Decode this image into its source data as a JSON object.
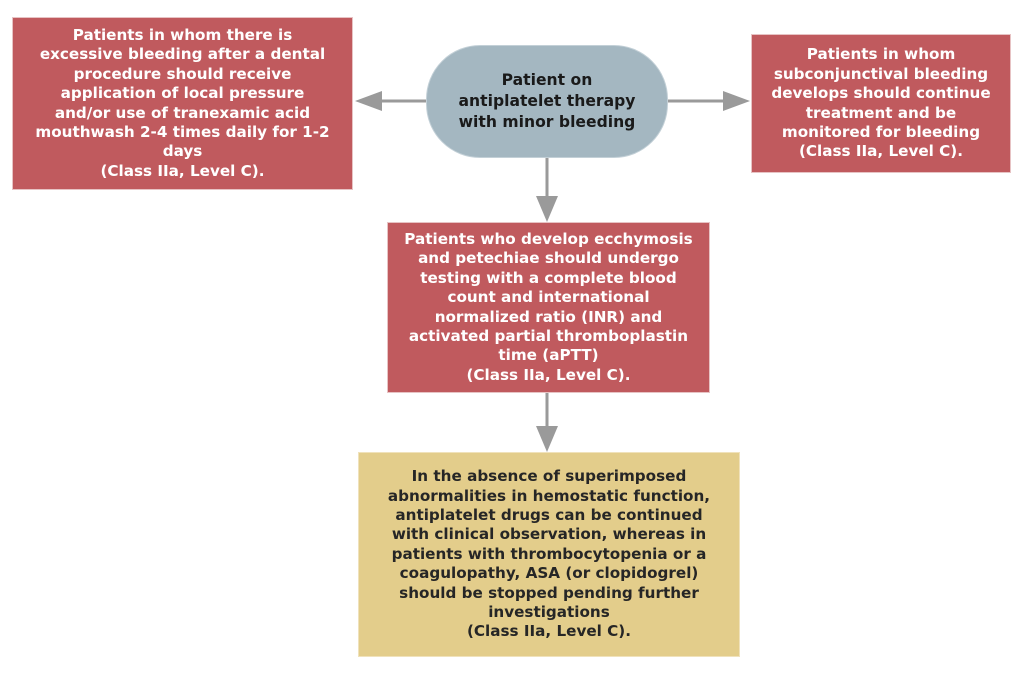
{
  "diagram": {
    "type": "flowchart",
    "title_node": "Patient on\nantiplatelet therapy\nwith minor bleeding",
    "background_color": "#ffffff",
    "colors": {
      "red_fill": "#c05a5e",
      "red_border": "#e7c3c4",
      "tan_fill": "#e3cd8b",
      "tan_border": "#f0e2bb",
      "stadium_fill": "#a4b7c1",
      "stadium_border": "#c3d0d7",
      "connector": "#9a9a9a",
      "light_text": "#ffffff",
      "dark_text": "#1a1a1a"
    },
    "nodes": {
      "center": {
        "id": "patient-on-antiplatelet-therapy",
        "shape": "stadium",
        "text": "Patient on\nantiplatelet therapy\nwith minor bleeding",
        "fill": "#a4b7c1",
        "text_color": "#1a1a1a"
      },
      "left": {
        "id": "dental-procedure-bleeding",
        "shape": "rectangle",
        "text": "Patients in whom there is\nexcessive bleeding after a dental\nprocedure should receive\napplication of local pressure\nand/or use of tranexamic acid\nmouthwash 2-4 times daily for 1-2\ndays\n(Class IIa, Level C).",
        "recommendation": "(Class IIa, Level C).",
        "fill": "#c05a5e",
        "text_color": "#ffffff"
      },
      "right": {
        "id": "subconjunctival-bleeding",
        "shape": "rectangle",
        "text": "Patients in whom\nsubconjunctival bleeding\ndevelops should continue\ntreatment and be\nmonitored for bleeding\n(Class IIa, Level C).",
        "recommendation": "(Class IIa, Level C).",
        "fill": "#c05a5e",
        "text_color": "#ffffff"
      },
      "middle": {
        "id": "ecchymosis-petechiae-testing",
        "shape": "rectangle",
        "text": "Patients who develop ecchymosis\nand petechiae should undergo\ntesting with a complete blood\ncount and international\nnormalized ratio (INR) and\nactivated partial thromboplastin\ntime (aPTT)\n(Class IIa, Level C).",
        "recommendation": "(Class IIa, Level C).",
        "fill": "#c05a5e",
        "text_color": "#ffffff"
      },
      "bottom": {
        "id": "absence-of-superimposed-abnormalities",
        "shape": "rectangle",
        "text": "In the absence of superimposed\nabnormalities in hemostatic function,\nantiplatelet drugs can be continued\nwith clinical observation, whereas in\npatients with thrombocytopenia or a\ncoagulopathy, ASA (or clopidogrel)\nshould be stopped pending further\ninvestigations\n(Class IIa, Level C).",
        "recommendation": "(Class IIa, Level C).",
        "fill": "#e3cd8b",
        "text_color": "#262626"
      }
    },
    "edges": [
      {
        "id": "center-to-left",
        "from": "center",
        "to": "left",
        "direction": "left",
        "arrowhead": true,
        "color": "#9a9a9a"
      },
      {
        "id": "center-to-right",
        "from": "center",
        "to": "right",
        "direction": "right",
        "arrowhead": true,
        "color": "#9a9a9a"
      },
      {
        "id": "center-to-middle",
        "from": "center",
        "to": "middle",
        "direction": "down",
        "arrowhead": true,
        "color": "#9a9a9a"
      },
      {
        "id": "middle-to-bottom",
        "from": "middle",
        "to": "bottom",
        "direction": "down",
        "arrowhead": true,
        "color": "#9a9a9a"
      }
    ]
  }
}
